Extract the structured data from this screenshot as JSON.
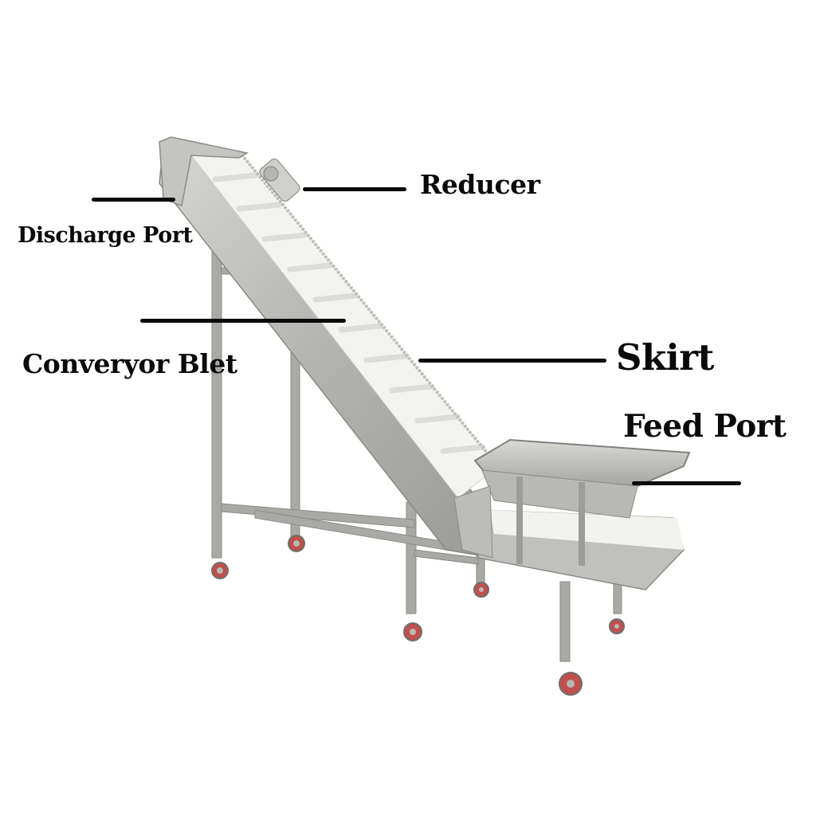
{
  "diagram": {
    "subject": "Inclined cleated belt conveyor",
    "labels": {
      "reducer": "Reducer",
      "discharge_port": "Discharge Port",
      "conveyor_belt": "Converyor Blet",
      "skirt": "Skirt",
      "feed_port": "Feed Port"
    },
    "colors": {
      "label_text": "#0a0a0a",
      "leader_line": "#0a0a0a",
      "steel": "#b9b9b6",
      "steel_dark": "#8e8e8a",
      "belt": "#f4f4f1",
      "wheel": "#c0504d"
    }
  }
}
